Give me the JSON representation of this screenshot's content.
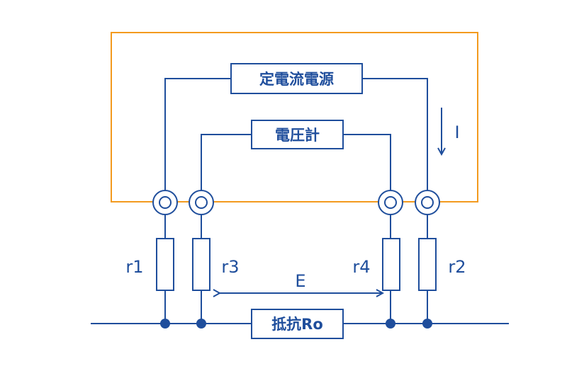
{
  "diagram": {
    "title": "4端子法による抵抗測定回路",
    "colors": {
      "wire": "#1f4e9c",
      "frame": "#f39a1e",
      "background": "#ffffff"
    },
    "components": {
      "current_source": {
        "label": "定電流電源"
      },
      "voltmeter": {
        "label": "電圧計"
      },
      "resistor_under_test": {
        "label": "抵抗Ro"
      }
    },
    "lead_resistors": [
      {
        "id": "r1",
        "label": "r1"
      },
      {
        "id": "r3",
        "label": "r3"
      },
      {
        "id": "r4",
        "label": "r4"
      },
      {
        "id": "r2",
        "label": "r2"
      }
    ],
    "annotations": {
      "current": "I",
      "voltage": "E"
    },
    "terminal_count": 4
  }
}
